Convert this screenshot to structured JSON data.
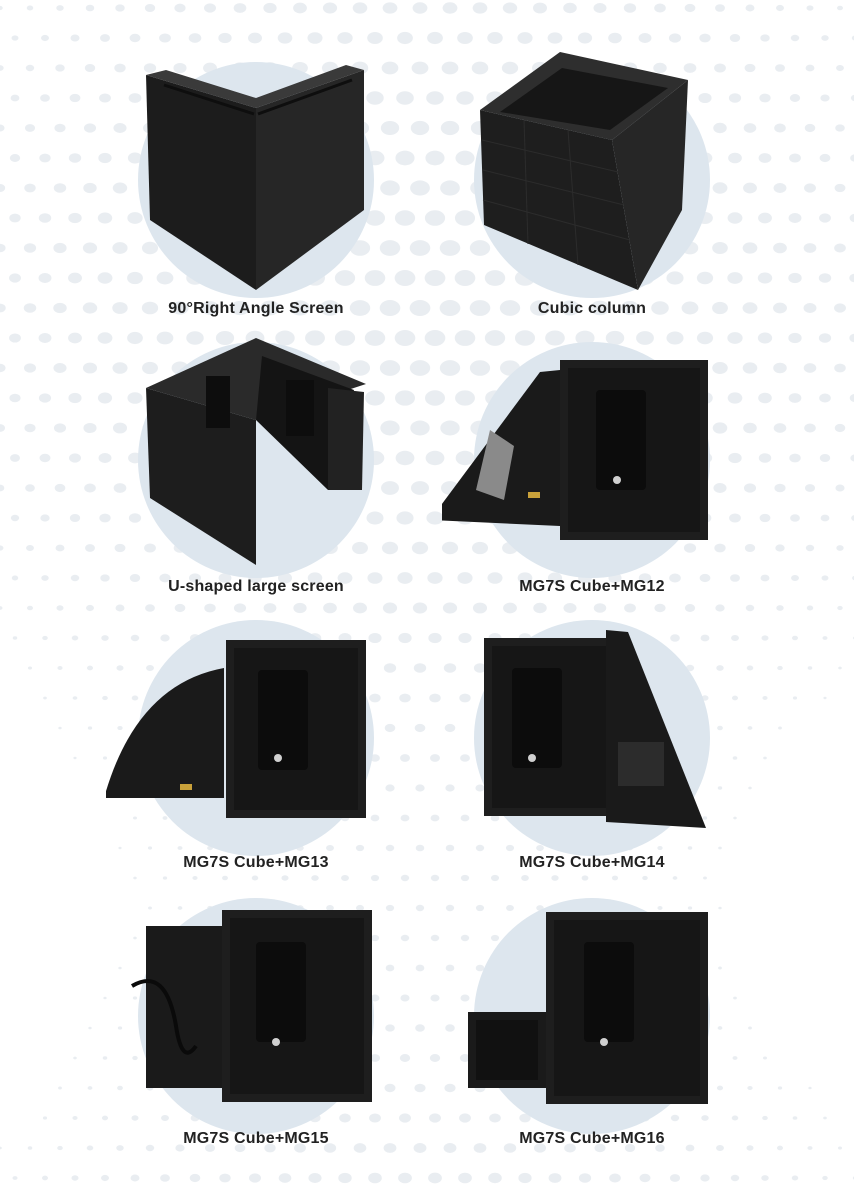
{
  "products": [
    {
      "label": "90°Right Angle Screen",
      "shape": "right-angle"
    },
    {
      "label": "Cubic column",
      "shape": "cube"
    },
    {
      "label": "U-shaped large screen",
      "shape": "u-shape"
    },
    {
      "label": "MG7S Cube+MG12",
      "shape": "cabinet-triangle"
    },
    {
      "label": "MG7S Cube+MG13",
      "shape": "cabinet-arc"
    },
    {
      "label": "MG7S Cube+MG14",
      "shape": "cabinet-wedge"
    },
    {
      "label": "MG7S Cube+MG15",
      "shape": "cabinet-double"
    },
    {
      "label": "MG7S Cube+MG16",
      "shape": "cabinet-small"
    }
  ],
  "colors": {
    "circle": "#dde6ee",
    "panel": "#1e1e1e",
    "panel_dark": "#111111",
    "caption": "#222222",
    "dots": "#e9edf1"
  }
}
